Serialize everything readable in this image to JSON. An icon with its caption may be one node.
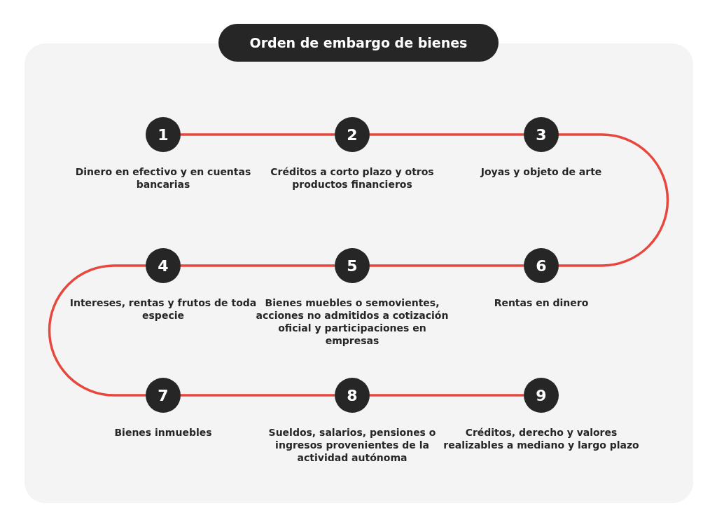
{
  "diagram": {
    "title": "Orden de embargo de bienes",
    "nodes": [
      {
        "text": [
          "1"
        ],
        "beside": [
          "Dinero en efectivo y en cuentas bancarias"
        ]
      },
      {
        "text": [
          "2"
        ],
        "beside": [
          "Créditos a corto plazo y otros productos financieros"
        ]
      },
      {
        "text": [
          "3"
        ],
        "beside": [
          "Joyas y objeto de arte"
        ]
      },
      {
        "text": [
          "4"
        ],
        "beside": [
          "Intereses, rentas y frutos de toda especie"
        ]
      },
      {
        "text": [
          "5"
        ],
        "beside": [
          "Bienes muebles o semovientes, acciones no admitidos a cotización oficial y participaciones en empresas"
        ]
      },
      {
        "text": [
          "6"
        ],
        "beside": [
          "Rentas en dinero"
        ]
      },
      {
        "text": [
          "7"
        ],
        "beside": [
          "Bienes inmuebles"
        ]
      },
      {
        "text": [
          "8"
        ],
        "beside": [
          "Sueldos, salarios, pensiones o ingresos provenientes de la actividad autónoma"
        ]
      },
      {
        "text": [
          "9"
        ],
        "beside": [
          "Créditos, derecho y valores realizables a mediano y largo plazo"
        ]
      }
    ],
    "edges": [
      {
        "from": 0,
        "to": 1,
        "arrow": "none",
        "color": "#e8473d"
      },
      {
        "from": 1,
        "to": 2,
        "arrow": "none",
        "color": "#e8473d"
      },
      {
        "from": 2,
        "to": 5,
        "arrow": "none",
        "color": "#e8473d"
      },
      {
        "from": 5,
        "to": 4,
        "arrow": "none",
        "color": "#e8473d"
      },
      {
        "from": 4,
        "to": 3,
        "arrow": "none",
        "color": "#e8473d"
      },
      {
        "from": 3,
        "to": 6,
        "arrow": "none",
        "color": "#e8473d"
      },
      {
        "from": 6,
        "to": 7,
        "arrow": "none",
        "color": "#e8473d"
      },
      {
        "from": 7,
        "to": 8,
        "arrow": "none",
        "color": "#e8473d"
      }
    ]
  }
}
